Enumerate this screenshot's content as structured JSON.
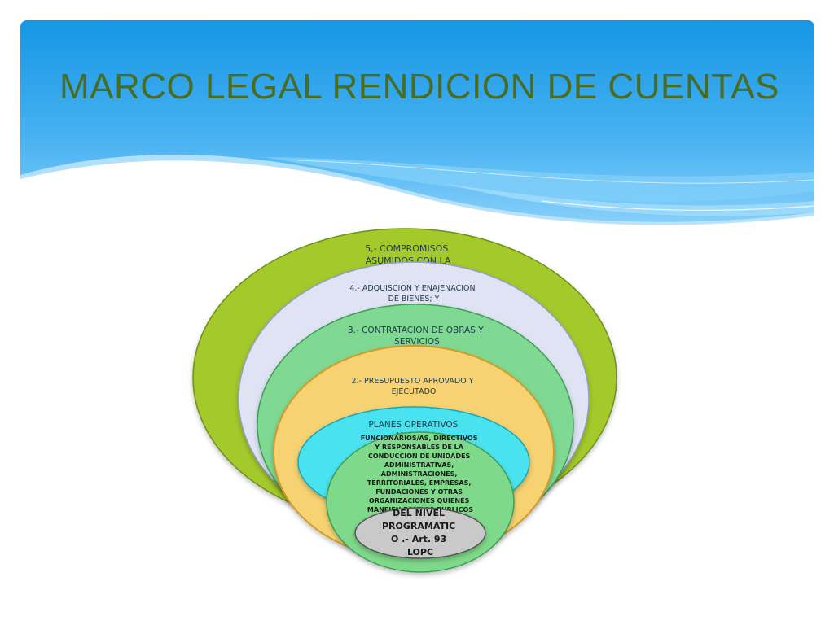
{
  "slide": {
    "title": "MARCO LEGAL RENDICION DE CUENTAS"
  },
  "diagram": {
    "rings": [
      {
        "color": "#a3c92a",
        "lines": [
          "5,- COMPROMISOS",
          "ASUMIDOS CON LA"
        ]
      },
      {
        "color": "#dfe3f3",
        "lines": [
          "4.- ADQUISCION Y ENAJENACION",
          "DE BIENES; Y"
        ]
      },
      {
        "color": "#7fd992",
        "lines": [
          "3.- CONTRATACION DE OBRAS Y",
          "SERVICIOS"
        ]
      },
      {
        "color": "#f6d272",
        "lines": [
          "2.- PRESUPUESTO APROVADO Y",
          "EJECUTADO"
        ]
      },
      {
        "color": "#49e3ef",
        "lines": [
          "PLANES OPERATIVOS",
          "ANUALES"
        ]
      },
      {
        "color": "#7fd98a",
        "lines": [
          "FUNCIONARIOS/AS, DIRECTIVOS",
          "Y RESPONSABLES DE LA",
          "CONDUCCION DE UNIDADES",
          "ADMINISTRATIVAS,",
          "ADMINISTRACIONES,",
          "TERRITORIALES, EMPRESAS,",
          "FUNDACIONES  Y OTRAS",
          "ORGANIZACIONES QUIENES",
          "MANEJEN FONDOS PUBLICOS"
        ]
      }
    ],
    "core": {
      "color": "#c9c9c9",
      "lines": [
        "DEL NIVEL",
        "PROGRAMATIC",
        "O .- Art. 93",
        "LOPC"
      ]
    }
  }
}
